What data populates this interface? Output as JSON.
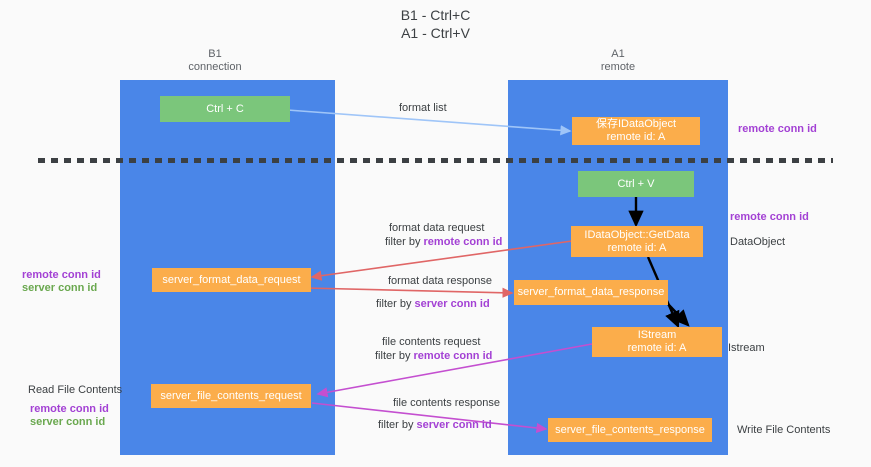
{
  "title": {
    "line1": "B1 - Ctrl+C",
    "line2": "A1 - Ctrl+V"
  },
  "columns": [
    {
      "name": "B1",
      "sub": "connection"
    },
    {
      "name": "A1",
      "sub": "remote"
    }
  ],
  "nodes": {
    "ctrl_c": {
      "label": "Ctrl + C"
    },
    "ctrl_v": {
      "label": "Ctrl + V"
    },
    "idataobject": {
      "line1": "保存IDataObject",
      "line2": "remote id: A"
    },
    "getdata": {
      "line1": "IDataObject::GetData",
      "line2": "remote id: A"
    },
    "istream": {
      "line1": "IStream",
      "line2": "remote id: A"
    },
    "server_format_data_request": {
      "label": "server_format_data_request"
    },
    "server_format_data_response": {
      "label": "server_format_data_response"
    },
    "server_file_contents_request": {
      "label": "server_file_contents_request"
    },
    "server_file_contents_response": {
      "label": "server_file_contents_response"
    }
  },
  "edges": {
    "format_list": {
      "text": "format list"
    },
    "format_data_request": {
      "text": "format data request"
    },
    "format_data_request_filter": {
      "prefix": "filter by ",
      "key": "remote conn id"
    },
    "format_data_response": {
      "text": "format data response"
    },
    "format_data_response_filter": {
      "prefix": "filter by ",
      "key": "server conn id"
    },
    "file_contents_request": {
      "text": "file contents request"
    },
    "file_contents_request_filter": {
      "prefix": "filter by ",
      "key": "remote conn id"
    },
    "file_contents_response": {
      "text": "file contents response"
    },
    "file_contents_response_filter": {
      "prefix": "filter by ",
      "key": "server conn id"
    }
  },
  "annotations": {
    "right_remote_conn_id_top": "remote conn id",
    "right_remote_conn_id_mid": "remote conn id",
    "right_dataobject": "DataObject",
    "right_istream": "Istream",
    "right_write_file_contents": "Write File Contents",
    "left_remote_conn_id": "remote conn id",
    "left_server_conn_id": "server conn id",
    "left_read_file_contents": "Read File Contents",
    "left_remote_conn_id_2": "remote conn id",
    "left_server_conn_id_2": "server conn id"
  },
  "colors": {
    "lane": "#4a86e8",
    "node_green": "#7bc67b",
    "node_orange": "#fbad4b",
    "key_purple": "#a341d4",
    "key_green": "#6aa84f",
    "arrow_blue": "#9fc5f8",
    "arrow_red": "#e06666",
    "arrow_magenta": "#c44fd0",
    "arrow_black": "#000000"
  }
}
